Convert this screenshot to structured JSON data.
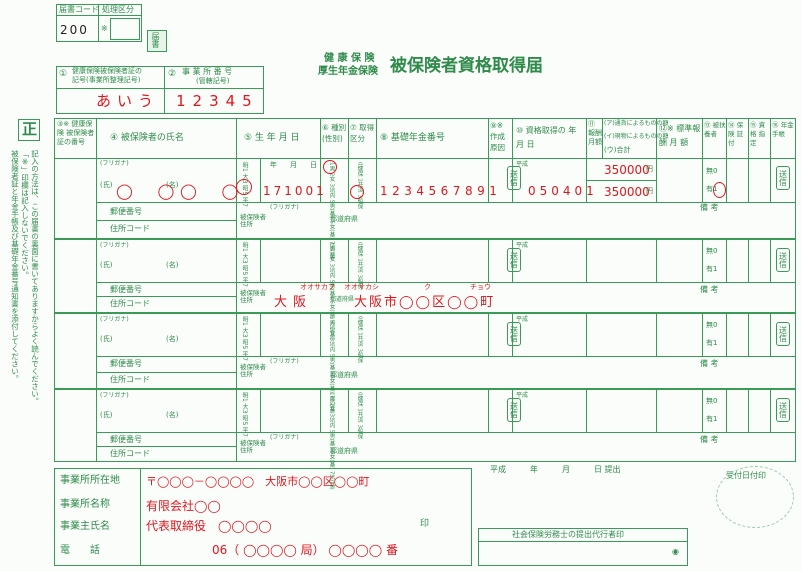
{
  "header": {
    "code_label": "届書コード",
    "code_value": "200",
    "kubun_label": "処理区分",
    "kubun_mark": "※",
    "badge": "届書",
    "title_line1": "健 康 保 険",
    "title_line2": "厚生年金保険",
    "title_main": "被保険者資格取得届"
  },
  "office": {
    "num1": "①",
    "num2": "②",
    "label1_l1": "健康保険被保険者証の",
    "label1_l2": "記号(事業所整理記号)",
    "label2_l1": "事 業 所 番 号",
    "label2_l2": "(管轄記号)",
    "kigo": "あいう",
    "number": "12345"
  },
  "side": {
    "sei": "正",
    "note_l1": "記入の方法は、この届書の裏面に書いてありますからよく読んでください。",
    "note_l2": "「※」印欄は記入しないでください。",
    "note_l3": "被保険者証と年金手帳及び基礎年金番号通知書を添付してください。"
  },
  "col_headers": {
    "c3": "③※ 健康保険 被保険者 証の番号",
    "c4": "④ 被保険者の氏名",
    "c5": "⑤ 生 年 月 日",
    "c6": "⑥ 種別 (性別)",
    "c7": "⑦ 取得 区分",
    "c8": "⑧ 基礎年金番号",
    "c9": "⑨※ 作成 原因",
    "c10": "⑩ 資格取得の 年 月 日",
    "c11a": "⑪ 報酬月額",
    "c11b": "(ア)通貨によるものの額",
    "c11c": "(イ)現物によるものの額",
    "c11d": "(ウ)合計",
    "c12": "⑫※ 標準報酬 月 額",
    "c13": "⑬ 被扶養者",
    "c14": "⑭ 保険 証付",
    "c15": "⑮ 資格 指定",
    "c16": "⑯ 年金手帳"
  },
  "row_labels": {
    "furigana": "(フリガナ)",
    "shi": "(氏)",
    "mei": "(名)",
    "postal": "郵便番号",
    "address_code": "住所コード",
    "insured_address": "被保険者住所",
    "era": "明1 大3 昭5 平7",
    "type": "1男 2女 3坑内 5男(基) 6女(基) 7坑(基)",
    "shutoku": "0健保 1共済 3船保",
    "ymd_y": "年",
    "ymd_m": "月",
    "ymd_d": "日",
    "heisei": "平成",
    "yen": "円",
    "senshin": "送信",
    "fuyo_nashi": "無0",
    "fuyo_ari": "有1",
    "biko": "備 考",
    "todofuken": "都道府県"
  },
  "person1": {
    "shi_circles": "◯ ◯",
    "mei_circles": "◯ ◯",
    "birth": "171001",
    "pension": "1234567891",
    "acquire_date": "050401",
    "amount_money": "350000",
    "amount_total": "350000"
  },
  "person2": {
    "furigana_pref": "オオサカフ",
    "furigana_city": "オオサカシ",
    "furigana_ku": "ク",
    "furigana_cho": "チョウ",
    "pref": "大阪",
    "city": "大阪市◯◯区◯◯町"
  },
  "footer": {
    "addr_label": "事業所所在地",
    "addr_value": "〒◯◯◯－◯◯◯◯　大阪市◯◯区◯◯町",
    "name_label": "事業所名称",
    "name_value": "有限会社◯◯",
    "owner_label": "事業主氏名",
    "owner_value": "代表取締役　◯◯◯◯",
    "seal": "印",
    "tel_label": "電　　話",
    "tel_value": "06（ ◯◯◯◯ 局） ◯◯◯◯ 番",
    "submit_date": "平成　　　年　　　月　　　日 提出",
    "received": "受付日付印",
    "agent_label": "社会保険労務士の提出代行者印",
    "agent_mark": "◉"
  }
}
